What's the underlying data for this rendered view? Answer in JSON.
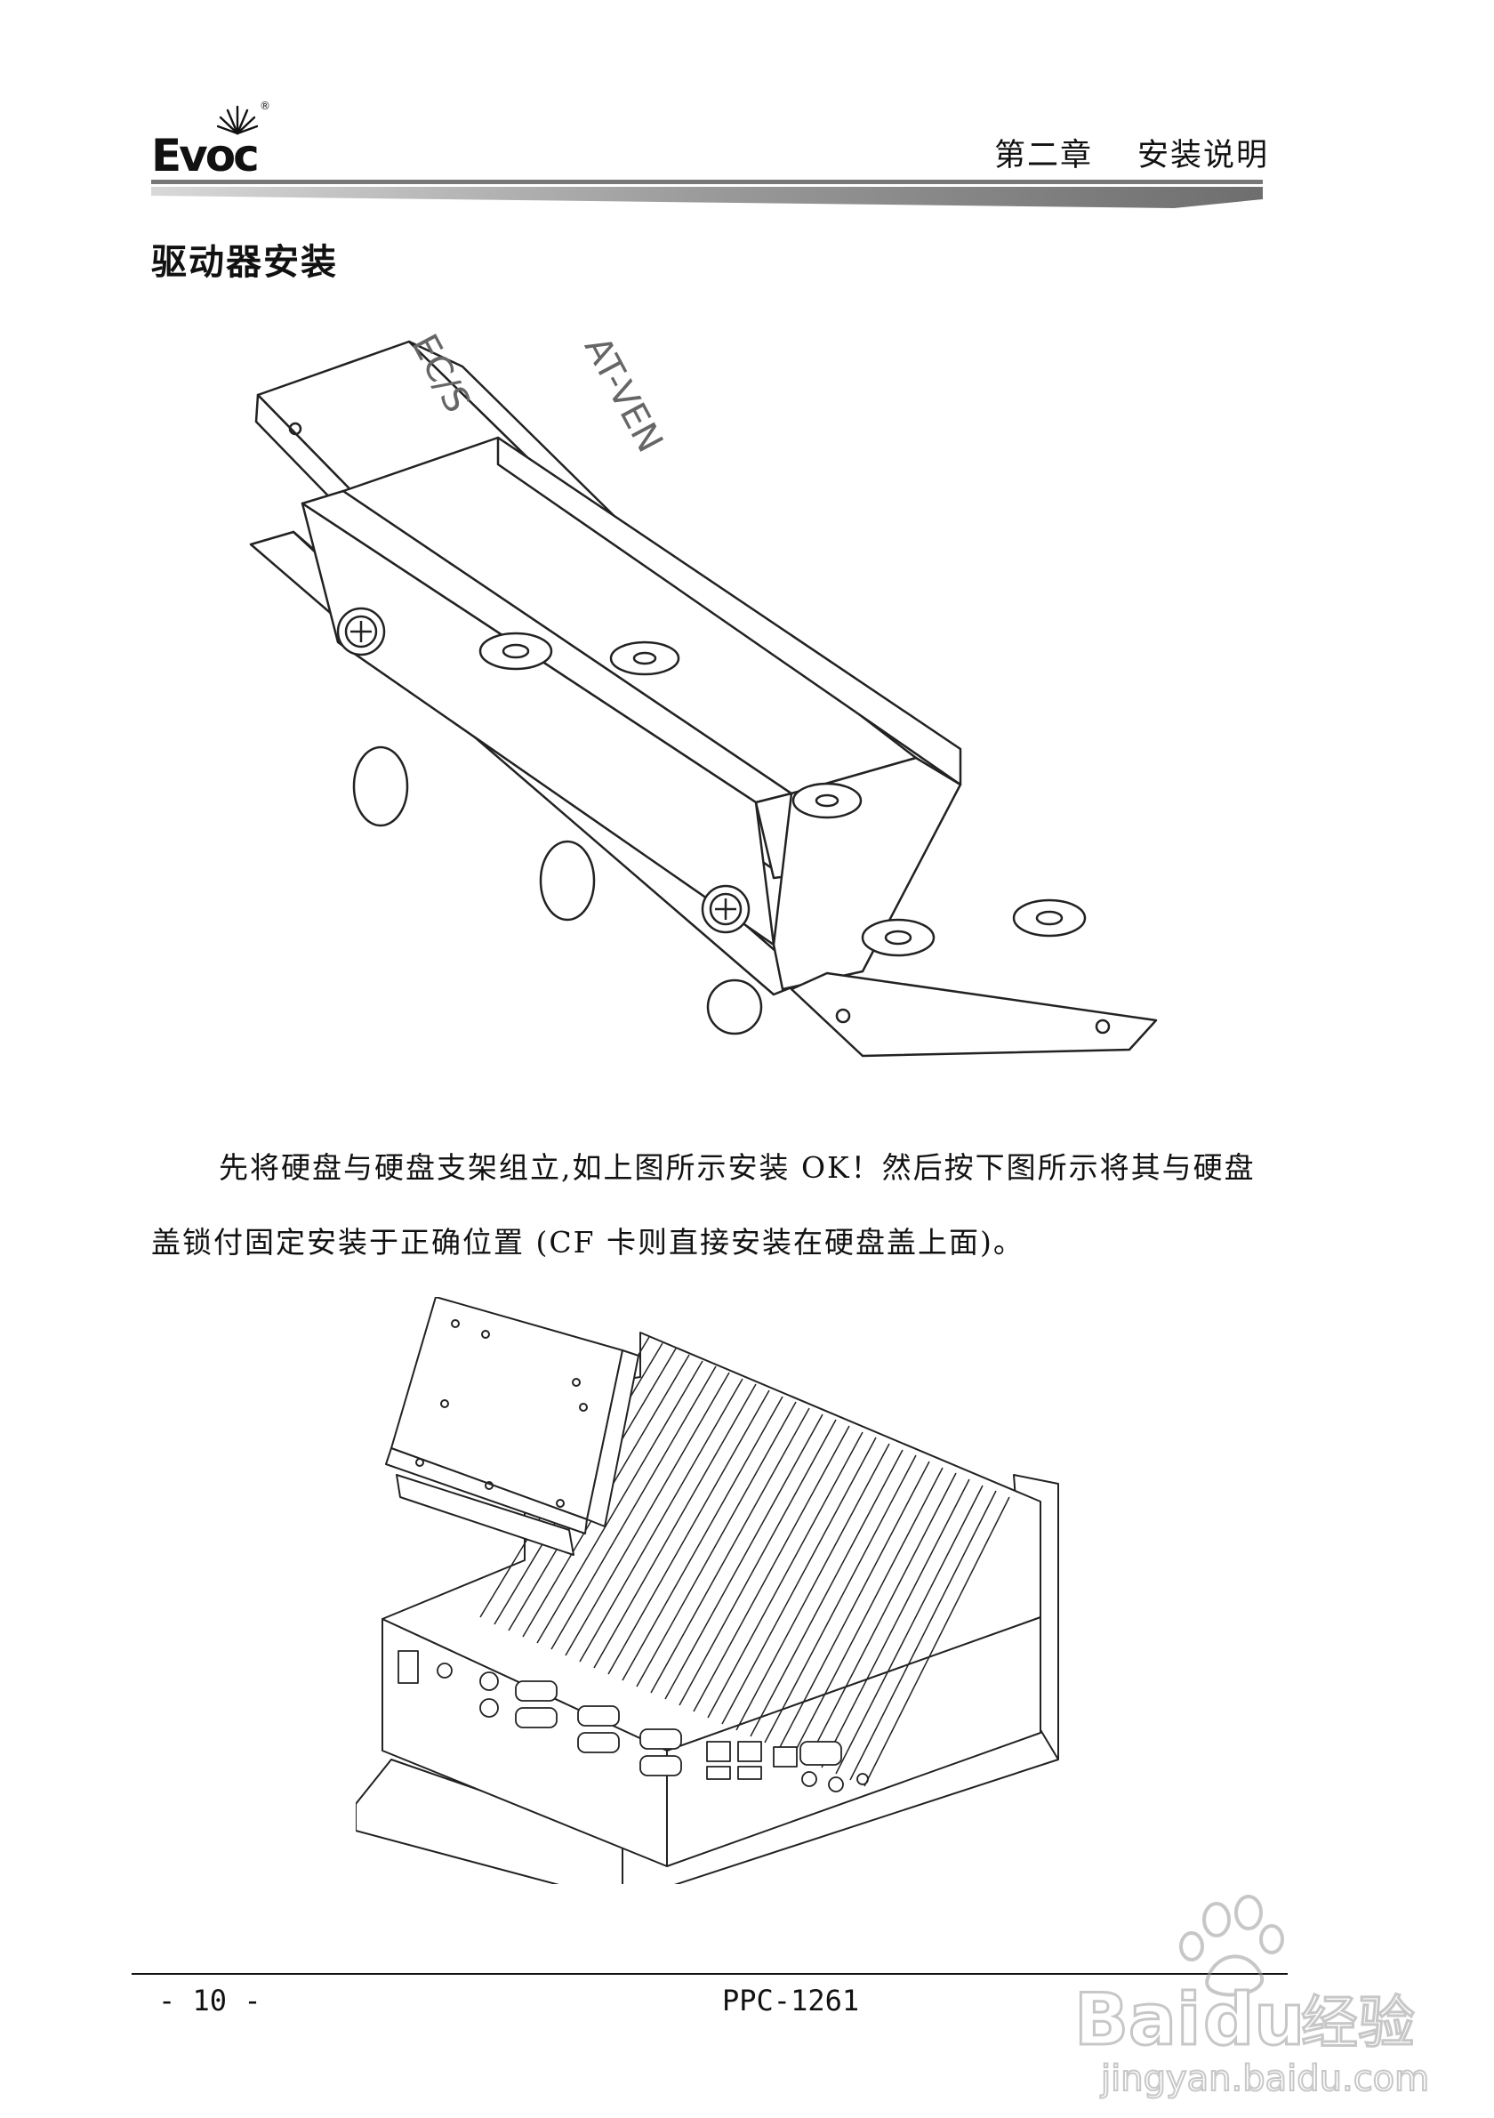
{
  "header": {
    "logo_text": "Evoc",
    "logo_reg": "®",
    "chapter": "第二章",
    "title": "安装说明"
  },
  "section": {
    "heading": "驱动器安装"
  },
  "figure1": {
    "drive_label_1": "EC/S",
    "drive_label_2": "AT-VEN"
  },
  "body": {
    "line1": "先将硬盘与硬盘支架组立,如上图所示安装 OK！然后按下图所示将其与硬盘",
    "line2": "盖锁付固定安装于正确位置 (CF 卡则直接安装在硬盘盖上面)。"
  },
  "footer": {
    "page": "- 10 -",
    "model": "PPC-1261"
  },
  "watermark": {
    "brand": "Bai",
    "brand2": "du",
    "product": "经验",
    "url": "jingyan.baidu.com"
  }
}
